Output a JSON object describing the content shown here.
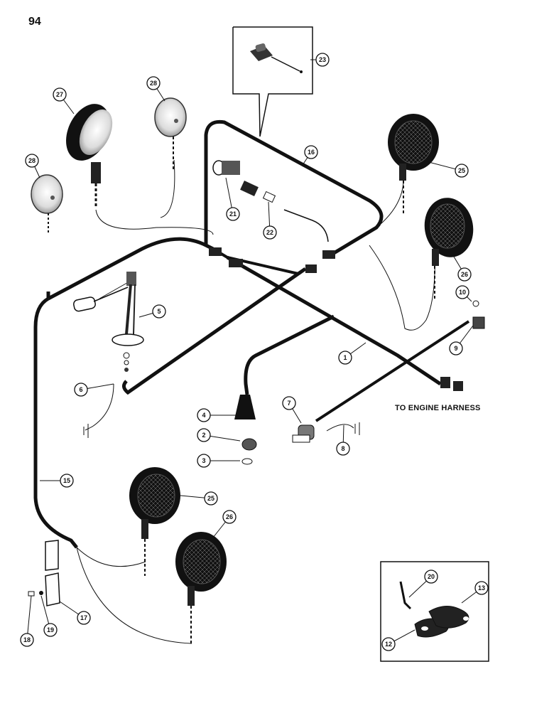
{
  "page_number": "94",
  "engine_harness_label": "TO ENGINE HARNESS",
  "callouts": {
    "c1": "1",
    "c2": "2",
    "c3": "3",
    "c4": "4",
    "c5": "5",
    "c6": "6",
    "c7": "7",
    "c8": "8",
    "c9": "9",
    "c10": "10",
    "c12": "12",
    "c13": "13",
    "c15": "15",
    "c16": "16",
    "c17": "17",
    "c18": "18",
    "c19": "19",
    "c20": "20",
    "c21": "21",
    "c22": "22",
    "c23": "23",
    "c25a": "25",
    "c25b": "25",
    "c26a": "26",
    "c26b": "26",
    "c27": "27",
    "c28a": "28",
    "c28b": "28"
  }
}
